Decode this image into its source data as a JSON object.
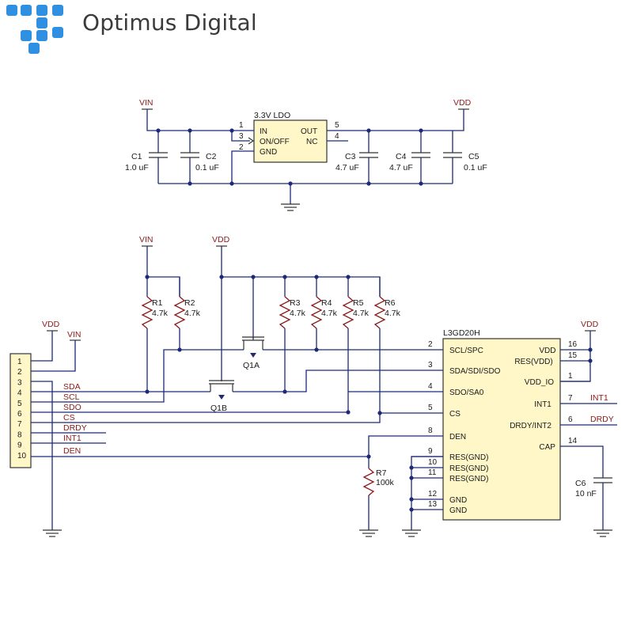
{
  "header": {
    "brand_name": "Optimus Digital",
    "logo_color": "#2f8fe0",
    "text_color": "#3a3a3a"
  },
  "colors": {
    "wire": "#1e2a78",
    "net_label": "#8b1a1a",
    "chip_fill": "#fff7c8"
  },
  "regulator": {
    "title": "3.3V LDO",
    "pins_left": [
      "IN",
      "ON/OFF",
      "GND"
    ],
    "pins_right": [
      "OUT",
      "NC"
    ],
    "pin_numbers": [
      "1",
      "3",
      "2",
      "5",
      "4"
    ],
    "input_net": "VIN",
    "output_net": "VDD",
    "capacitors": [
      {
        "ref": "C1",
        "value": "1.0 uF"
      },
      {
        "ref": "C2",
        "value": "0.1 uF"
      },
      {
        "ref": "C3",
        "value": "4.7 uF"
      },
      {
        "ref": "C4",
        "value": "4.7 uF"
      },
      {
        "ref": "C5",
        "value": "0.1 uF"
      }
    ]
  },
  "connector": {
    "pins": [
      "1",
      "2",
      "3",
      "4",
      "5",
      "6",
      "7",
      "8",
      "9",
      "10"
    ],
    "nets": [
      "VDD",
      "VIN",
      "SDA",
      "SCL",
      "SDO",
      "CS",
      "DRDY",
      "INT1",
      "DEN"
    ]
  },
  "level_shift": {
    "vin_label": "VIN",
    "vdd_label": "VDD",
    "resistors": [
      {
        "ref": "R1",
        "value": "4.7k"
      },
      {
        "ref": "R2",
        "value": "4.7k"
      },
      {
        "ref": "R3",
        "value": "4.7k"
      },
      {
        "ref": "R4",
        "value": "4.7k"
      },
      {
        "ref": "R5",
        "value": "4.7k"
      },
      {
        "ref": "R6",
        "value": "4.7k"
      },
      {
        "ref": "R7",
        "value": "100k"
      }
    ],
    "mosfets": [
      "Q1A",
      "Q1B"
    ]
  },
  "chip": {
    "name": "L3GD20H",
    "left_pins": [
      {
        "num": "2",
        "name": "SCL/SPC"
      },
      {
        "num": "3",
        "name": "SDA/SDI/SDO"
      },
      {
        "num": "4",
        "name": "SDO/SA0"
      },
      {
        "num": "5",
        "name": "CS"
      },
      {
        "num": "8",
        "name": "DEN"
      },
      {
        "num": "9",
        "name": "RES(GND)"
      },
      {
        "num": "10",
        "name": "RES(GND)"
      },
      {
        "num": "11",
        "name": "RES(GND)"
      },
      {
        "num": "12",
        "name": "GND"
      },
      {
        "num": "13",
        "name": "GND"
      }
    ],
    "right_pins": [
      {
        "num": "16",
        "name": "VDD"
      },
      {
        "num": "15",
        "name": "RES(VDD)"
      },
      {
        "num": "1",
        "name": "VDD_IO"
      },
      {
        "num": "7",
        "name": "INT1"
      },
      {
        "num": "6",
        "name": "DRDY/INT2"
      },
      {
        "num": "14",
        "name": "CAP"
      }
    ],
    "vdd_label": "VDD",
    "out_nets": [
      "INT1",
      "DRDY"
    ],
    "cap_ref": "C6",
    "cap_value": "10 nF"
  }
}
